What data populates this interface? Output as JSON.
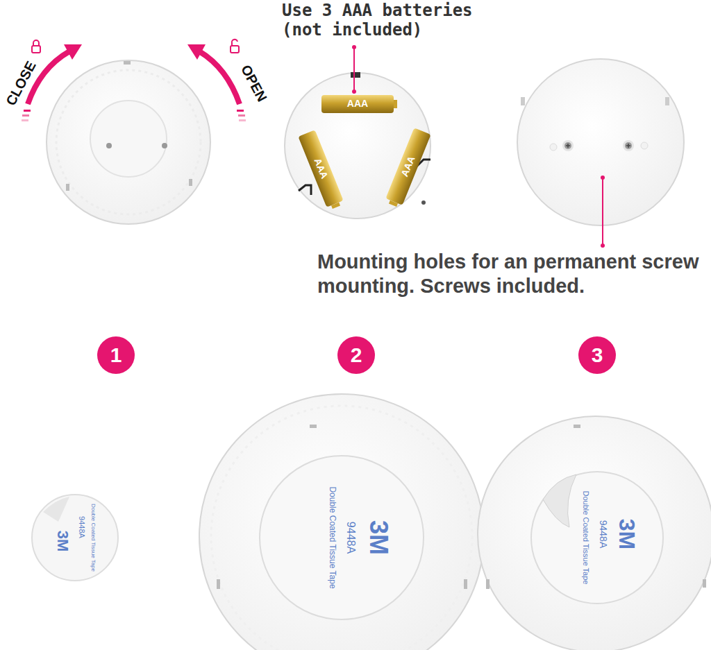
{
  "diagram": {
    "nodes": [
      {
        "text": [
          "1"
        ]
      },
      {
        "text": [
          "2"
        ]
      },
      {
        "text": [
          "3"
        ]
      }
    ],
    "labels": [
      "CLOSE",
      "OPEN",
      "Use 3 AAA batteries (not included)",
      "AAA",
      "AAA",
      "AAA",
      "Mounting holes for an permanent screw mounting. Screws included.",
      "9448A",
      "3M",
      "Double Coated Tissue Tape",
      "9448A",
      "3M",
      "Double Coated Tissue Tape",
      "9448A",
      "3M",
      "Double Coated Tissue Tape"
    ]
  }
}
